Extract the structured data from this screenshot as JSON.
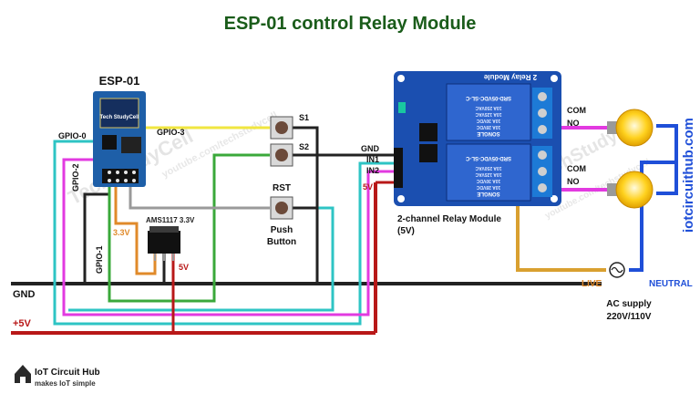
{
  "title": "ESP-01 control Relay Module",
  "esp": {
    "label": "ESP-01",
    "board_text": "Tech StudyCell"
  },
  "pins": {
    "gpio0": "GPIO-0",
    "gpio2": "GPIO-2",
    "gpio1": "GPIO-1",
    "gpio3": "GPIO-3"
  },
  "regulator": {
    "label": "AMS1117 3.3V",
    "v33": "3.3V",
    "v5": "5V"
  },
  "switches": {
    "s1": "S1",
    "s2": "S2",
    "rst": "RST",
    "push_line1": "Push",
    "push_line2": "Button"
  },
  "relay": {
    "pcb_text": "2 Relay Module",
    "caption_line1": "2-channel Relay Module",
    "caption_line2": "(5V)",
    "pins": [
      "GND",
      "IN1",
      "IN2",
      "5V"
    ],
    "relay_brand": "SONGLE",
    "relay_model": "SRD-05VDC-SL-C",
    "relay_specs": [
      "10A 250VAC",
      "10A 125VAC",
      "10A 30VDC",
      "10A 28VDC"
    ],
    "com1": "COM",
    "no1": "NO",
    "com2": "COM",
    "no2": "NO"
  },
  "ac": {
    "live": "LIVE",
    "neutral": "NEUTRAL",
    "supply_line1": "AC supply",
    "supply_line2": "220V/110V"
  },
  "rails": {
    "gnd": "GND",
    "plus5": "+5V"
  },
  "brand": {
    "name": "IoT Circuit Hub",
    "tagline": "makes IoT simple",
    "side_url": "iotcircuithub.com"
  },
  "watermark": {
    "site": "youtube.com/techstudycell",
    "name": "TechStudyCell"
  },
  "colors": {
    "title": "#1a5c1a",
    "wire_black": "#222222",
    "wire_red": "#b81818",
    "wire_cyan": "#2ec4c4",
    "wire_magenta": "#e23ae0",
    "wire_green": "#3aa83a",
    "wire_yellow": "#f0e640",
    "wire_orange": "#e08a2a",
    "wire_blue": "#1f4fd8",
    "wire_gold": "#d9a030",
    "wire_gray": "#9a9a9a",
    "board_blue": "#1e5fa8",
    "relay_blue": "#1b4fb0",
    "bulb": "#ffd21f"
  }
}
